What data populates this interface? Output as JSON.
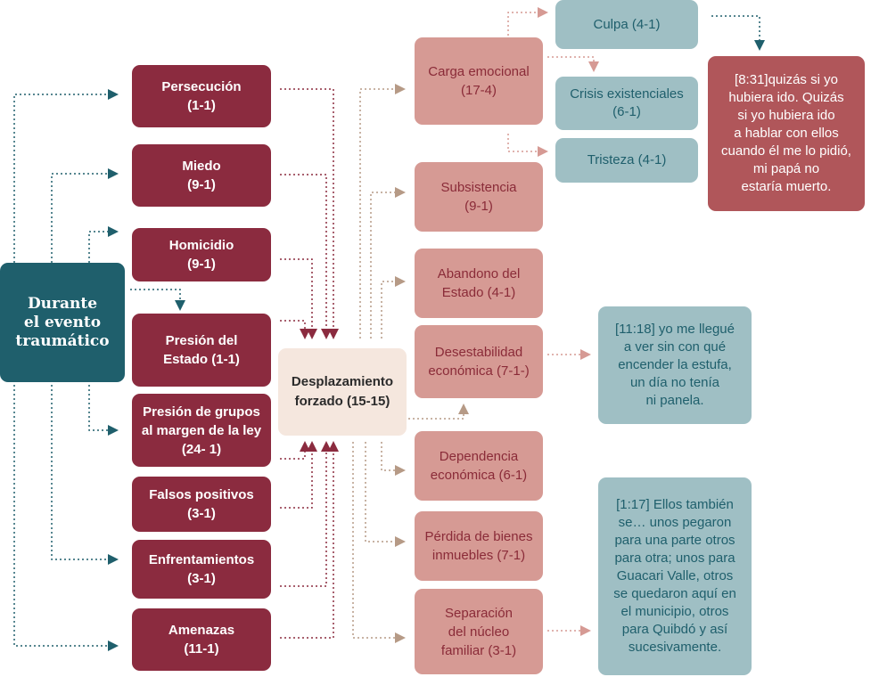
{
  "root": {
    "label": "Durante\nel evento\ntraumático"
  },
  "causes": [
    {
      "label": "Persecución\n(1-1)"
    },
    {
      "label": "Miedo\n(9-1)"
    },
    {
      "label": "Homicidio\n(9-1)"
    },
    {
      "label": "Presión del\nEstado (1-1)"
    },
    {
      "label": "Presión de grupos\nal margen de la ley\n(24- 1)"
    },
    {
      "label": "Falsos positivos\n(3-1)"
    },
    {
      "label": "Enfrentamientos\n(3-1)"
    },
    {
      "label": "Amenazas\n(11-1)"
    }
  ],
  "center": {
    "label": "Desplazamiento\nforzado (15-15)"
  },
  "effects": [
    {
      "label": "Carga emocional\n(17-4)"
    },
    {
      "label": "Subsistencia\n(9-1)"
    },
    {
      "label": "Abandono del\nEstado (4-1)"
    },
    {
      "label": "Desestabilidad\neconómica (7-1-)"
    },
    {
      "label": "Dependencia\neconómica (6-1)"
    },
    {
      "label": "Pérdida de bienes\ninmuebles (7-1)"
    },
    {
      "label": "Separación\ndel núcleo\nfamiliar (3-1)"
    }
  ],
  "emotional": [
    {
      "label": "Culpa (4-1)"
    },
    {
      "label": "Crisis existenciales\n(6-1)"
    },
    {
      "label": "Tristeza (4-1)"
    }
  ],
  "quotes": {
    "guilt": "[8:31]quizás si yo\nhubiera ido. Quizás\nsi yo hubiera ido\na hablar con ellos\ncuando él me lo pidió,\nmi papá no\nestaría muerto.",
    "economic": "[11:18] yo me llegué\na ver sin con qué\nencender la estufa,\nun día no tenía\nni panela.",
    "family": "[1:17] Ellos también\nse… unos pegaron\npara una parte otros\npara otra; unos para\nGuacari Valle, otros\nse quedaron aquí en\nel municipio, otros\npara Quibdó y así\nsucesivamente."
  },
  "colors": {
    "root": "#1f5f6c",
    "cause": "#8b2b3f",
    "center": "#f5e7de",
    "effect": "#d69a94",
    "sub": "#9fbfc4",
    "quote_red": "#b0565a",
    "connector_dark": "#8b2b3f",
    "connector_teal": "#1f5f6c",
    "connector_tan": "#b69a86",
    "connector_pink": "#d69a94"
  }
}
